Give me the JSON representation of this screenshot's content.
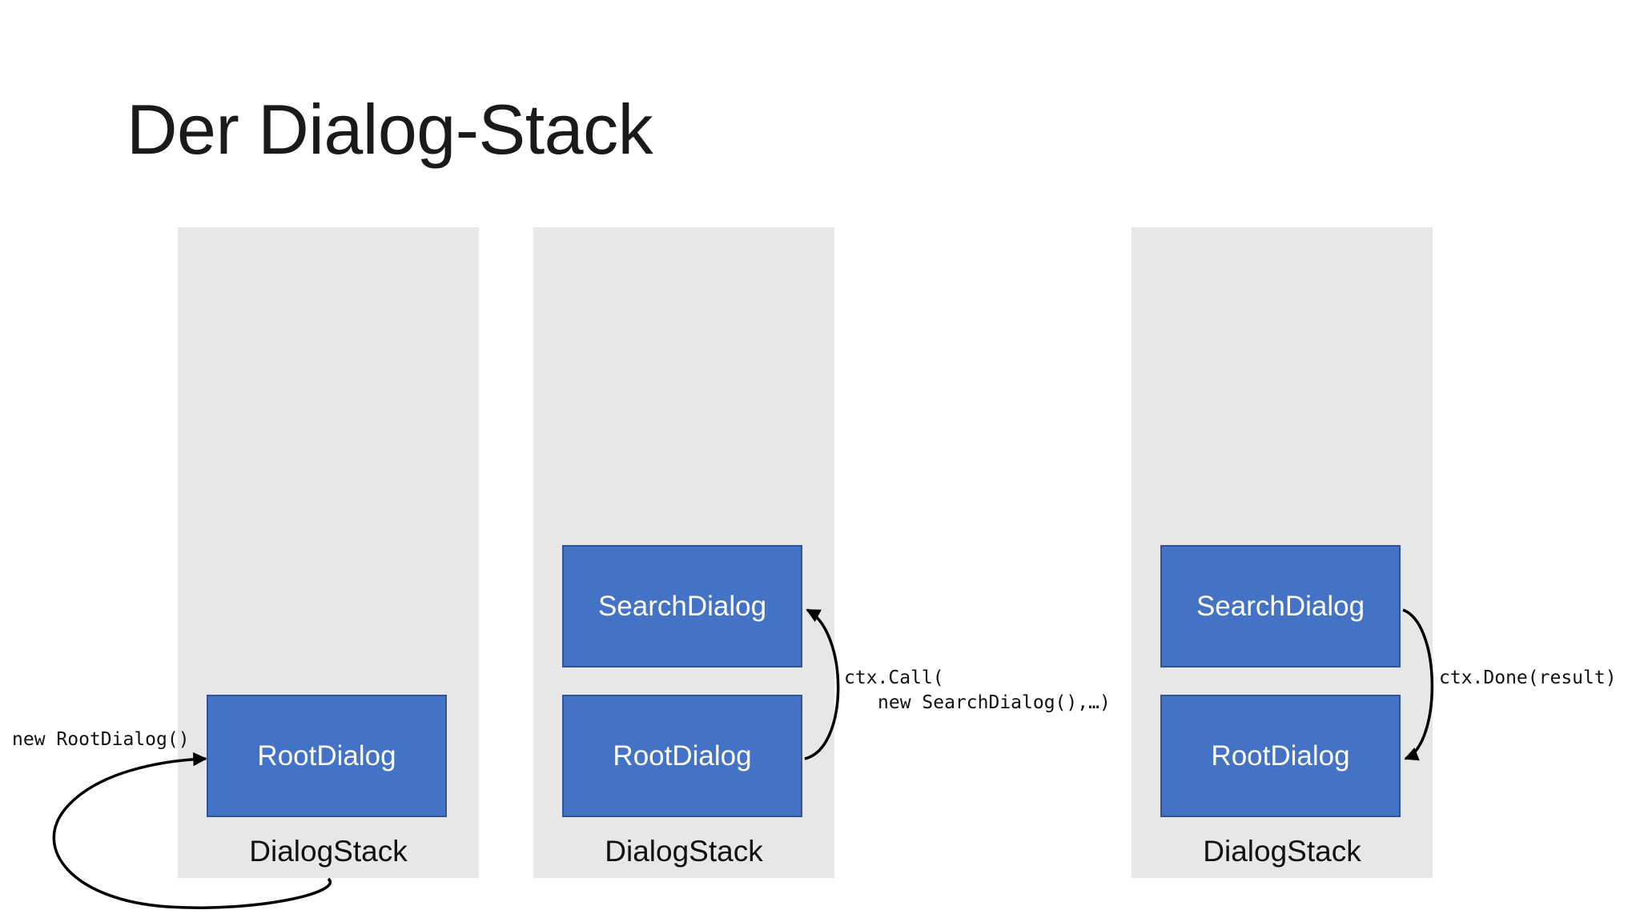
{
  "title": "Der Dialog-Stack",
  "stacks": [
    {
      "label": "DialogStack",
      "dialogs": [
        "RootDialog"
      ]
    },
    {
      "label": "DialogStack",
      "dialogs": [
        "SearchDialog",
        "RootDialog"
      ]
    },
    {
      "label": "DialogStack",
      "dialogs": [
        "SearchDialog",
        "RootDialog"
      ]
    }
  ],
  "annotations": {
    "create_root": "new RootDialog()",
    "call_line1": "ctx.Call(",
    "call_line2": "new SearchDialog(),…)",
    "done": "ctx.Done(result)"
  }
}
